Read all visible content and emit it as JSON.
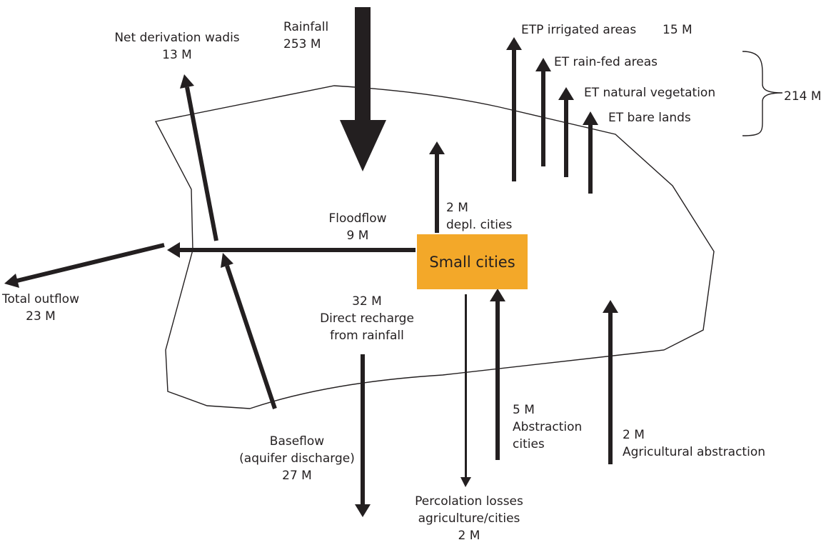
{
  "diagram": {
    "rainfall": {
      "name": "Rainfall",
      "value": "253 M"
    },
    "net_derivation": {
      "name": "Net derivation wadis",
      "value": "13 M"
    },
    "et": {
      "etp_irrigated": "ETP irrigated areas",
      "etp_irrigated_value": "15 M",
      "rain_fed": "ET rain-fed areas",
      "natural_vegetation": "ET natural  vegetation",
      "bare_lands": "ET bare lands",
      "group_total": "214  M"
    },
    "floodflow": {
      "name": "Floodflow",
      "value": "9 M"
    },
    "depletion_cities": {
      "value": "2 M",
      "name": "depl. cities"
    },
    "small_cities": "Small cities",
    "total_outflow": {
      "name": "Total outflow",
      "value": "23 M"
    },
    "direct_recharge": {
      "value": "32 M",
      "line1": "Direct recharge",
      "line2": "from rainfall"
    },
    "abstraction_cities": {
      "value": "5 M",
      "line1": "Abstraction",
      "line2": "cities"
    },
    "agricultural_abstraction": {
      "value": "2 M",
      "name": "Agricultural abstraction"
    },
    "baseflow": {
      "line1": "Baseflow",
      "line2": "(aquifer discharge)",
      "value": "27 M"
    },
    "percolation": {
      "line1": "Percolation losses",
      "line2": "agriculture/cities",
      "value": "2 M"
    },
    "colors": {
      "box_fill": "#f3a829",
      "arrow": "#231f20"
    }
  }
}
